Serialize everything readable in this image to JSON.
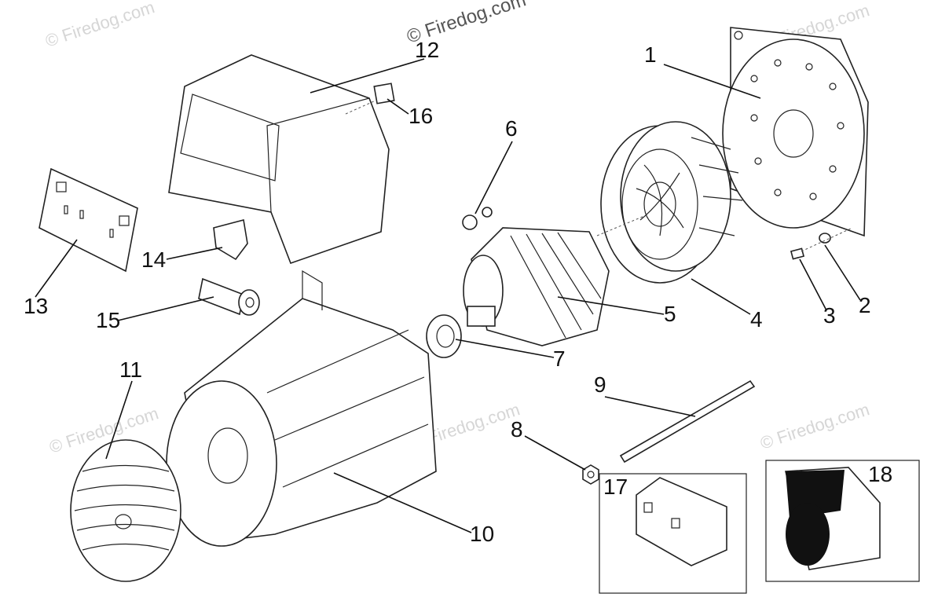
{
  "watermark": "© Firedog.com",
  "callouts": {
    "c1": "1",
    "c2": "2",
    "c3": "3",
    "c4": "4",
    "c5": "5",
    "c6": "6",
    "c7": "7",
    "c8": "8",
    "c9": "9",
    "c10": "10",
    "c11": "11",
    "c12": "12",
    "c13": "13",
    "c14": "14",
    "c15": "15",
    "c16": "16",
    "c17": "17",
    "c18": "18"
  }
}
